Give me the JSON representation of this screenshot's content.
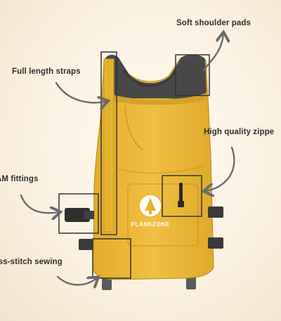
{
  "labels": {
    "shoulder_pads": "Soft shoulder pads",
    "straps": "Full length straps",
    "zipper": "High quality zippe",
    "fittings": "AM fittings",
    "sewing": "ross-stitch sewing"
  },
  "brand": {
    "logo_text": "PLANKZONE"
  },
  "colors": {
    "vest_yellow": "#e9b834",
    "vest_shadow": "#c9971f",
    "padding_gray": "#4a4a4a",
    "arrow_gray": "#6a6a6a",
    "callout_box": "#333333"
  }
}
